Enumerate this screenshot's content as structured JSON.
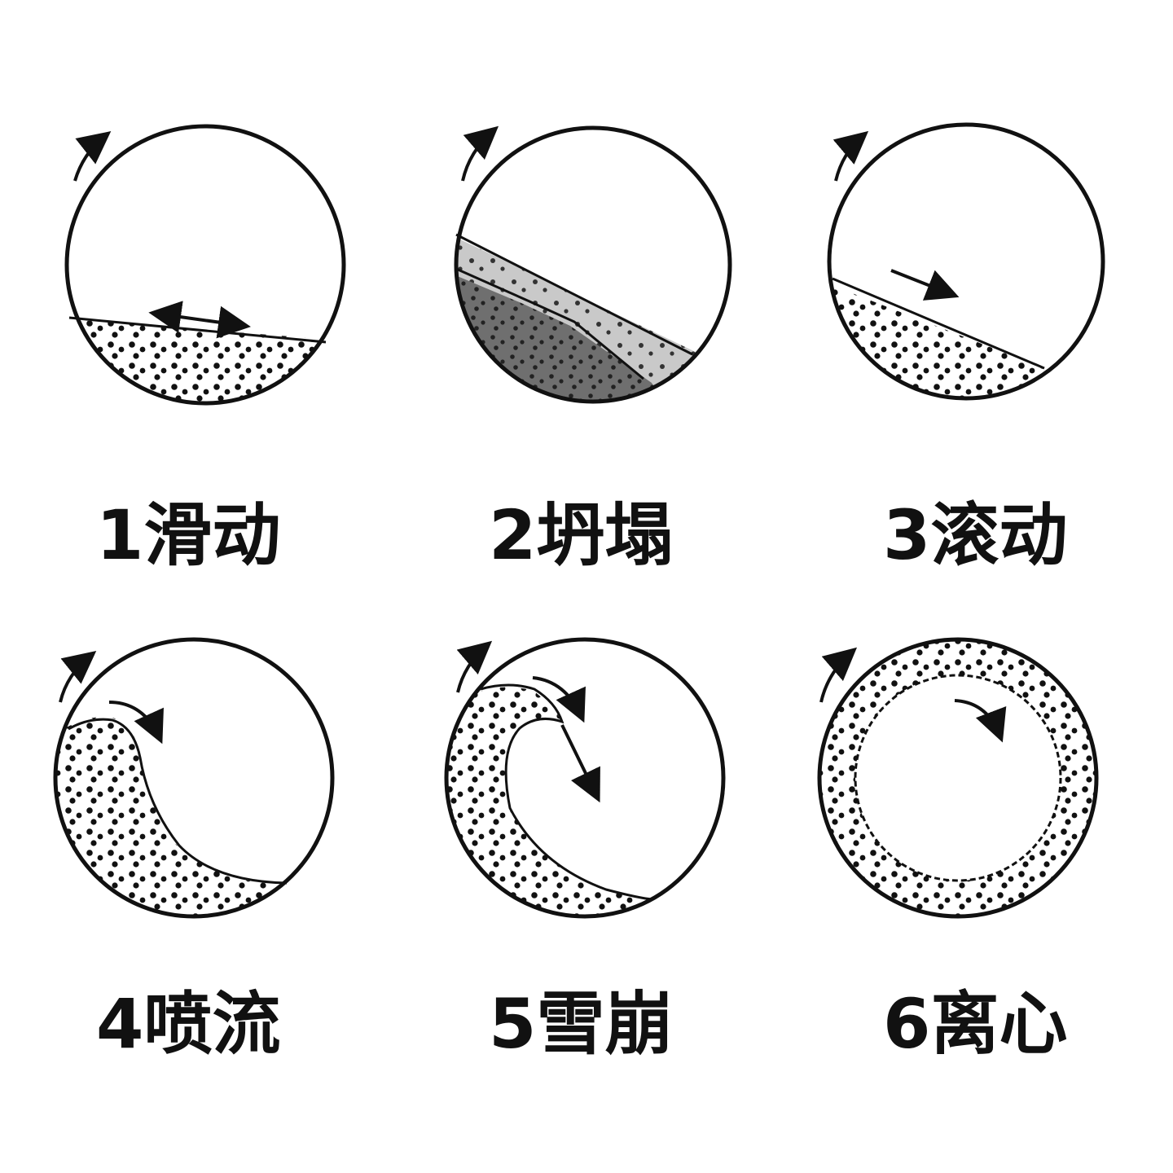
{
  "colors": {
    "ink": "#111111",
    "dark_fill": "#6f6f6f",
    "light_fill": "#c9c9c9",
    "background": "#ffffff"
  },
  "panels": [
    {
      "id": "1",
      "label": "1滑动",
      "mode": "slipping",
      "rotation_arrow": "clockwise",
      "motion_arrow": "double-headed"
    },
    {
      "id": "2",
      "label": "2坍塌",
      "mode": "slumping",
      "rotation_arrow": "clockwise"
    },
    {
      "id": "3",
      "label": "3滚动",
      "mode": "rolling",
      "rotation_arrow": "clockwise",
      "motion_arrow": "down-slope"
    },
    {
      "id": "4",
      "label": "4喷流",
      "mode": "cascading",
      "rotation_arrow": "clockwise",
      "motion_arrow": "curved"
    },
    {
      "id": "5",
      "label": "5雪崩",
      "mode": "cataracting",
      "rotation_arrow": "clockwise",
      "motion_arrow": "curved"
    },
    {
      "id": "6",
      "label": "6离心",
      "mode": "centrifuging",
      "rotation_arrow": "clockwise",
      "motion_arrow": "curved"
    }
  ]
}
